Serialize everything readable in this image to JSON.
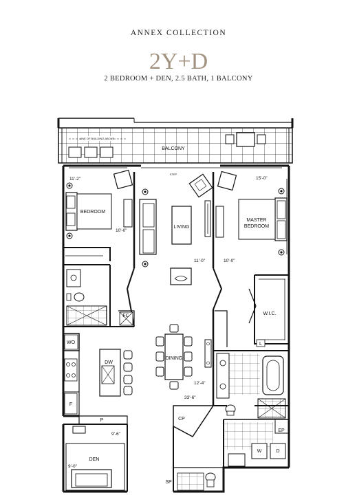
{
  "header": {
    "collection": "ANNEX COLLECTION",
    "unit_name": "2Y+D",
    "description": "2 BEDROOM + DEN, 2.5 BATH, 1 BALCONY"
  },
  "labels": {
    "balcony": "BALCONY",
    "line_of_building": "LINE OF BUILDING ABOVE",
    "step": "STEP",
    "bedroom": "BEDROOM",
    "living": "LIVING",
    "master_1": "MASTER",
    "master_2": "BEDROOM",
    "wic": "W.I.C.",
    "fc": "FC",
    "wo": "WO",
    "dw": "DW",
    "f": "F",
    "dining": "DINING",
    "p": "P",
    "cp": "CP",
    "den": "DEN",
    "ep": "EP",
    "w": "W",
    "d": "D",
    "sp": "SP",
    "l": "L"
  },
  "dimensions": {
    "bedroom_w": "11'-2\"",
    "bedroom_d": "10'-0\"",
    "living_d": "11'-0\"",
    "master_w": "15'-0\"",
    "master_d": "10'-0\"",
    "dining_w": "12'-4\"",
    "overall": "33'-6\"",
    "den_d": "9'-6\"",
    "den_w": "9'-0\""
  }
}
